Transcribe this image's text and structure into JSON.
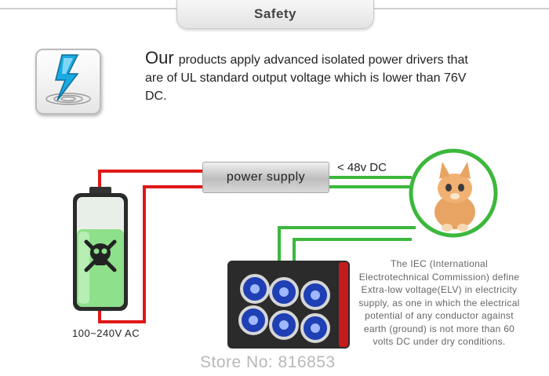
{
  "header": {
    "title": "Safety"
  },
  "intro": {
    "lead": "Our",
    "text": "products apply advanced isolated power drivers that are of UL standard output voltage which is lower than 76V DC."
  },
  "diagram": {
    "power_supply_label": "power supply",
    "dc_label": "< 48v DC",
    "ac_label": "100~240V  AC",
    "iec_text": "The IEC (International Electrotechnical Commission) define  Extra-low voltage(ELV) in electricity supply, as one in which the  electrical potential of any conductor against earth (ground) is not more than 60 volts DC under dry conditions."
  },
  "watermark": "Store No: 816853",
  "colors": {
    "red_wire": "#e01818",
    "green_wire": "#3cb83c",
    "battery_green": "#8ee08a",
    "icon_blue": "#1aa9e0"
  },
  "icons": {
    "safety_icon": "lightning-icon",
    "battery_icon": "skull-icon"
  }
}
